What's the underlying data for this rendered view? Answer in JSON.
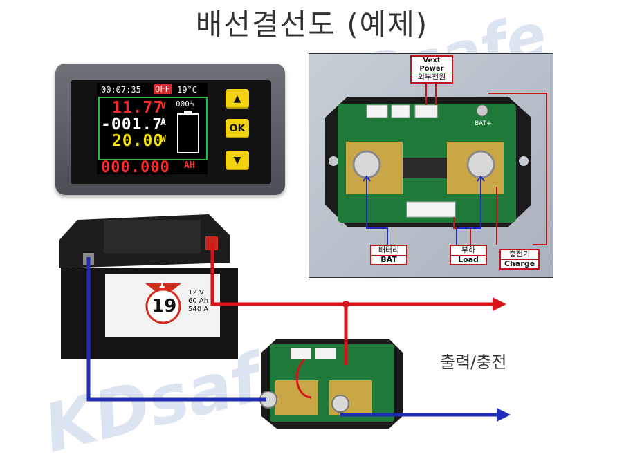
{
  "title": "배선결선도 (예제)",
  "watermark": "KDsafe",
  "meter": {
    "time": "00:07:35",
    "state": "OFF",
    "temperature": "19°C",
    "voltage": "11.77",
    "voltage_unit": "V",
    "current": "-001.7",
    "current_unit": "A",
    "power": "20.00",
    "power_unit": "W",
    "battery_percent": "000%",
    "capacity": "000.000",
    "capacity_unit": "AH",
    "buttons": {
      "up": "▲",
      "ok": "OK",
      "down": "▼"
    }
  },
  "board_labels": {
    "vext_en": "Vext Power",
    "vext_ko": "외부전원",
    "bat_plus": "BAT+",
    "battery_ko": "배터리",
    "battery_en": "BAT",
    "load_ko": "부하",
    "load_en": "Load",
    "charge_ko": "충전기",
    "charge_en": "Charge"
  },
  "battery": {
    "badge_num": "1",
    "model": "19",
    "spec_voltage": "12 V",
    "spec_capacity": "60 Ah",
    "spec_cca": "540 A"
  },
  "output_label": "출력/충전",
  "colors": {
    "positive_wire": "#d4131a",
    "negative_wire": "#1f2db8",
    "label_border": "#c0151a",
    "pcb": "#1f7a3a",
    "shunt": "#c9a646"
  }
}
